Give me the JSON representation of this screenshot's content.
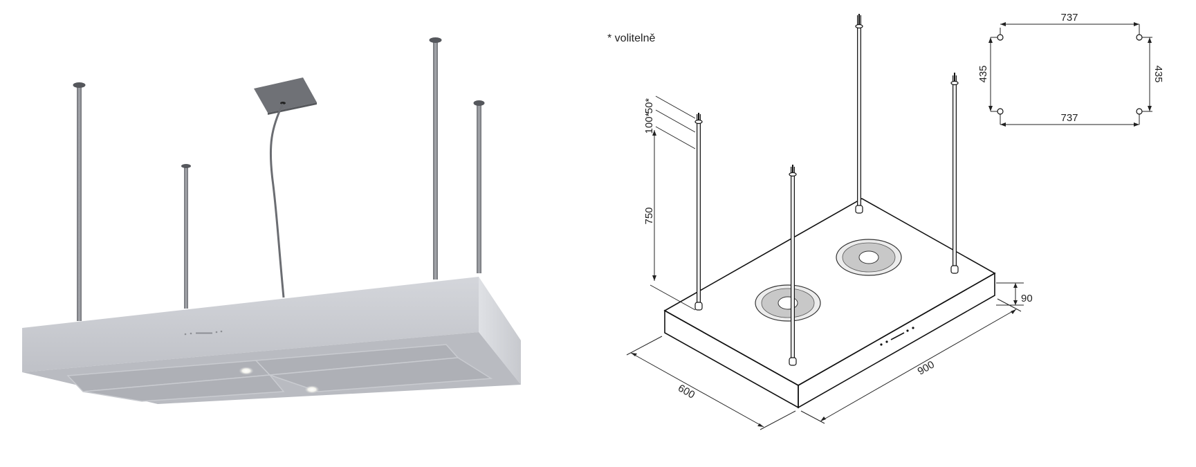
{
  "note": "* volitelně",
  "dimensions": {
    "top_span": "737",
    "bottom_span": "737",
    "left_span": "435",
    "right_span": "435",
    "rod_extension": "50*",
    "rod_optional": "100*",
    "rod_length": "750",
    "height": "90",
    "length": "900",
    "width": "600"
  },
  "colors": {
    "hood_front": "#c9cbd1",
    "hood_side": "#d7d9de",
    "rod": "#8f9196",
    "mount": "#6f7176"
  }
}
